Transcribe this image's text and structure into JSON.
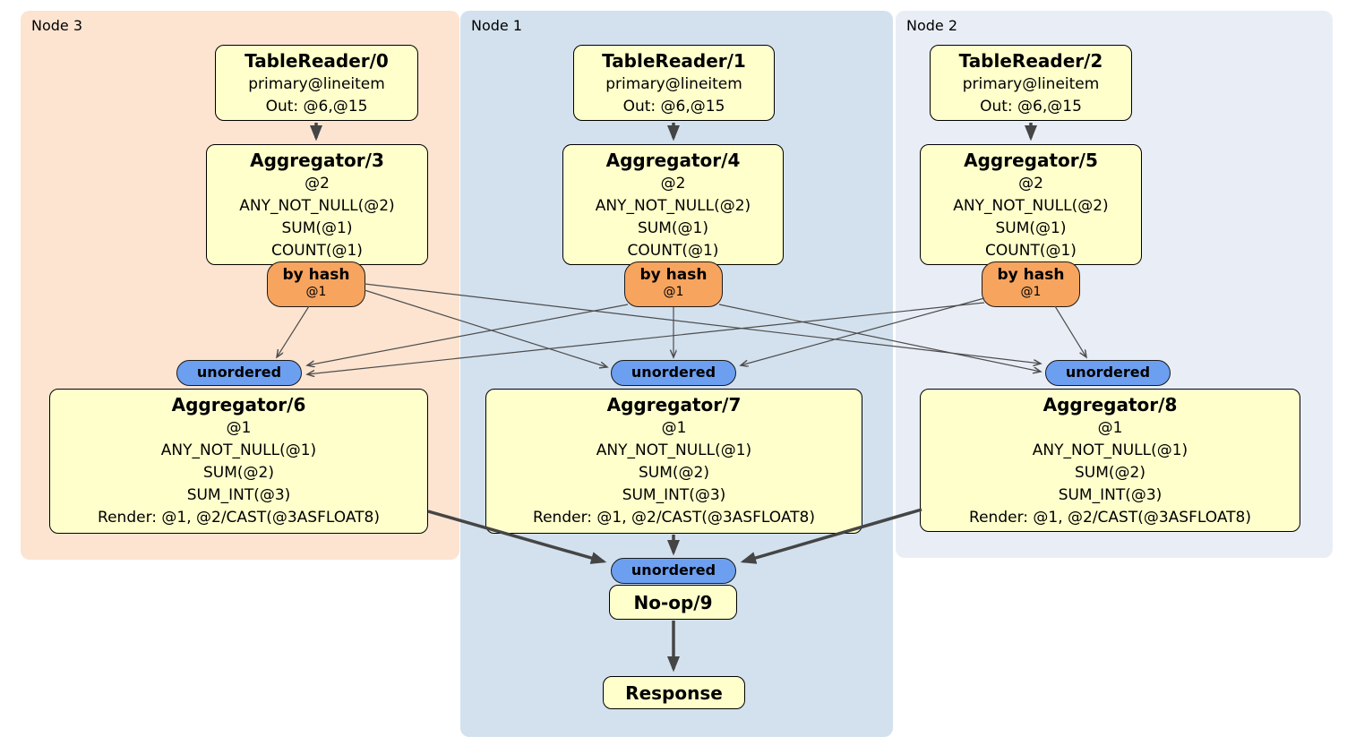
{
  "colors": {
    "panel_node3": "#fce4d1",
    "panel_node1": "#d3e1ee",
    "panel_node2": "#e9eef6",
    "processor_fill": "#ffffcc",
    "router_fill": "#f7a45f",
    "sync_fill": "#6d9ff0",
    "edge_thin": "#4d4d4d",
    "edge_thick": "#454545"
  },
  "panels": [
    {
      "label": "Node 3"
    },
    {
      "label": "Node 1"
    },
    {
      "label": "Node 2"
    }
  ],
  "processors": {
    "tr0": {
      "title": "TableReader/0",
      "lines": [
        "primary@lineitem",
        "Out: @6,@15"
      ]
    },
    "tr1": {
      "title": "TableReader/1",
      "lines": [
        "primary@lineitem",
        "Out: @6,@15"
      ]
    },
    "tr2": {
      "title": "TableReader/2",
      "lines": [
        "primary@lineitem",
        "Out: @6,@15"
      ]
    },
    "agg3": {
      "title": "Aggregator/3",
      "lines": [
        "@2",
        "ANY_NOT_NULL(@2)",
        "SUM(@1)",
        "COUNT(@1)"
      ]
    },
    "agg4": {
      "title": "Aggregator/4",
      "lines": [
        "@2",
        "ANY_NOT_NULL(@2)",
        "SUM(@1)",
        "COUNT(@1)"
      ]
    },
    "agg5": {
      "title": "Aggregator/5",
      "lines": [
        "@2",
        "ANY_NOT_NULL(@2)",
        "SUM(@1)",
        "COUNT(@1)"
      ]
    },
    "agg6": {
      "title": "Aggregator/6",
      "lines": [
        "@1",
        "ANY_NOT_NULL(@1)",
        "SUM(@2)",
        "SUM_INT(@3)",
        "Render: @1, @2/CAST(@3ASFLOAT8)"
      ]
    },
    "agg7": {
      "title": "Aggregator/7",
      "lines": [
        "@1",
        "ANY_NOT_NULL(@1)",
        "SUM(@2)",
        "SUM_INT(@3)",
        "Render: @1, @2/CAST(@3ASFLOAT8)"
      ]
    },
    "agg8": {
      "title": "Aggregator/8",
      "lines": [
        "@1",
        "ANY_NOT_NULL(@1)",
        "SUM(@2)",
        "SUM_INT(@3)",
        "Render: @1, @2/CAST(@3ASFLOAT8)"
      ]
    },
    "noop": {
      "title": "No-op/9"
    },
    "response": {
      "title": "Response"
    }
  },
  "routers": {
    "node3": {
      "label": "by hash",
      "key": "@1"
    },
    "node1": {
      "label": "by hash",
      "key": "@1"
    },
    "node2": {
      "label": "by hash",
      "key": "@1"
    }
  },
  "syncs": {
    "node3": {
      "label": "unordered"
    },
    "node1": {
      "label": "unordered"
    },
    "node2": {
      "label": "unordered"
    },
    "final": {
      "label": "unordered"
    }
  }
}
